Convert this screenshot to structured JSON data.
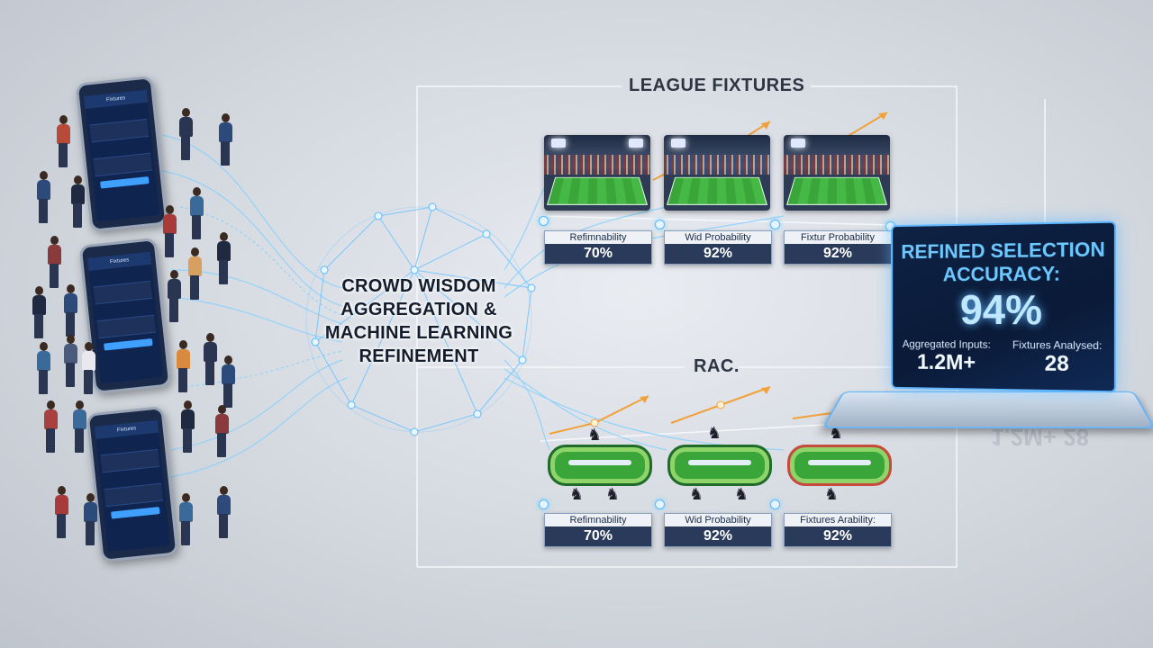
{
  "center": {
    "title_lines": [
      "CROWD WISDOM",
      "AGGREGATION &",
      "MACHINE LEARNING",
      "REFINEMENT"
    ]
  },
  "league": {
    "title": "LEAGUE FIXTURES",
    "stats": [
      {
        "label": "Refimnability",
        "value": "70%"
      },
      {
        "label": "Wid Probability",
        "value": "92%"
      },
      {
        "label": "Fixtur Probability",
        "value": "92%"
      }
    ]
  },
  "racing": {
    "title": "RAC.",
    "stats": [
      {
        "label": "Refimnability",
        "value": "70%"
      },
      {
        "label": "Wid Probability",
        "value": "92%"
      },
      {
        "label": "Fixtures Arability:",
        "value": "92%"
      }
    ]
  },
  "result": {
    "title_lines": [
      "REFINED SELECTION",
      "ACCURACY:"
    ],
    "accuracy": "94%",
    "inputs_label": "Aggregated Inputs:",
    "inputs_value": "1.2M+",
    "fixtures_label": "Fixtures Analysed:",
    "fixtures_value": "28",
    "reflection": "1.2M+   28"
  },
  "phones": [
    {
      "header": "Fixtures"
    },
    {
      "header": "Fixtures"
    },
    {
      "header": "Fixtures"
    }
  ],
  "colors": {
    "accent": "#5fb6ff",
    "navy": "#0e2245",
    "arrow": "#f2a03a",
    "pitch": "#3aa63a"
  }
}
